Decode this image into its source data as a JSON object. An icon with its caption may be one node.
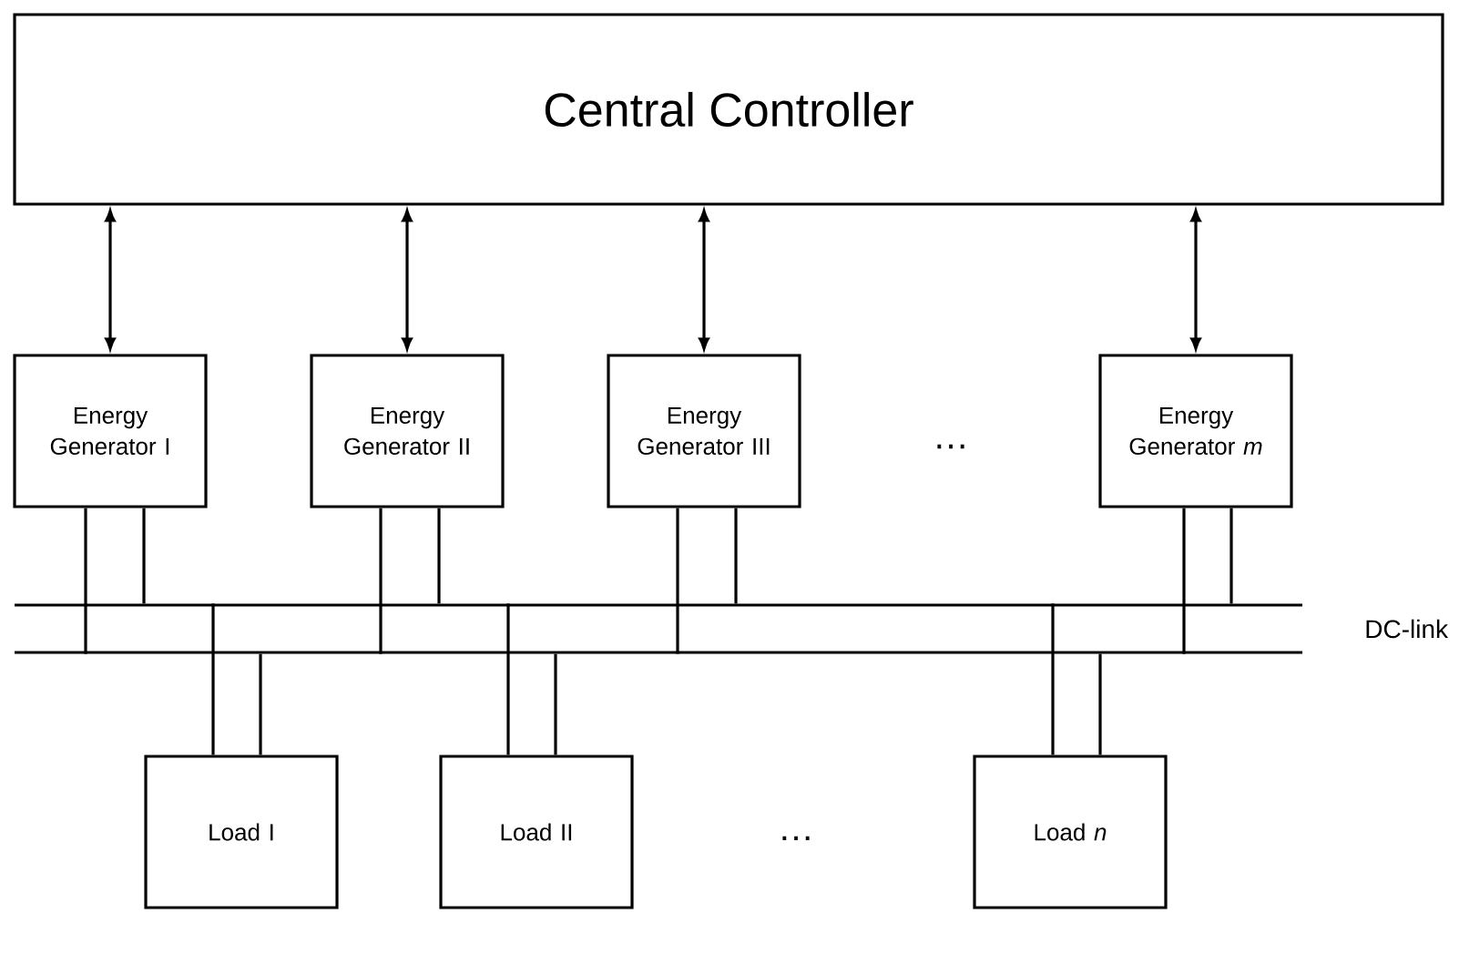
{
  "diagram": {
    "nodes": [
      {
        "text": [
          "Central Controller"
        ]
      },
      {
        "text": [
          "Energy Generator I"
        ]
      },
      {
        "text": [
          "Energy Generator II"
        ]
      },
      {
        "text": [
          "Energy Generator III"
        ]
      },
      {
        "text": [
          "Energy Generator *m*"
        ]
      },
      {
        "text": [
          "DC-link"
        ]
      },
      {
        "text": [
          "Load I"
        ]
      },
      {
        "text": [
          "Load II"
        ]
      },
      {
        "text": [
          "Load *n*"
        ]
      }
    ],
    "edges": [
      {
        "from": 0,
        "to": 1,
        "arrow": "both"
      },
      {
        "from": 0,
        "to": 2,
        "arrow": "both"
      },
      {
        "from": 0,
        "to": 3,
        "arrow": "both"
      },
      {
        "from": 0,
        "to": 4,
        "arrow": "both"
      },
      {
        "from": 1,
        "to": 5,
        "arrow": "none"
      },
      {
        "from": 1,
        "to": 5,
        "arrow": "none"
      },
      {
        "from": 2,
        "to": 5,
        "arrow": "none"
      },
      {
        "from": 2,
        "to": 5,
        "arrow": "none"
      },
      {
        "from": 3,
        "to": 5,
        "arrow": "none"
      },
      {
        "from": 3,
        "to": 5,
        "arrow": "none"
      },
      {
        "from": 4,
        "to": 5,
        "arrow": "none"
      },
      {
        "from": 4,
        "to": 5,
        "arrow": "none"
      },
      {
        "from": 5,
        "to": 6,
        "arrow": "none"
      },
      {
        "from": 5,
        "to": 6,
        "arrow": "none"
      },
      {
        "from": 5,
        "to": 7,
        "arrow": "none"
      },
      {
        "from": 5,
        "to": 7,
        "arrow": "none"
      },
      {
        "from": 5,
        "to": 8,
        "arrow": "none"
      },
      {
        "from": 5,
        "to": 8,
        "arrow": "none"
      }
    ],
    "labels": [
      "…",
      "…"
    ]
  }
}
